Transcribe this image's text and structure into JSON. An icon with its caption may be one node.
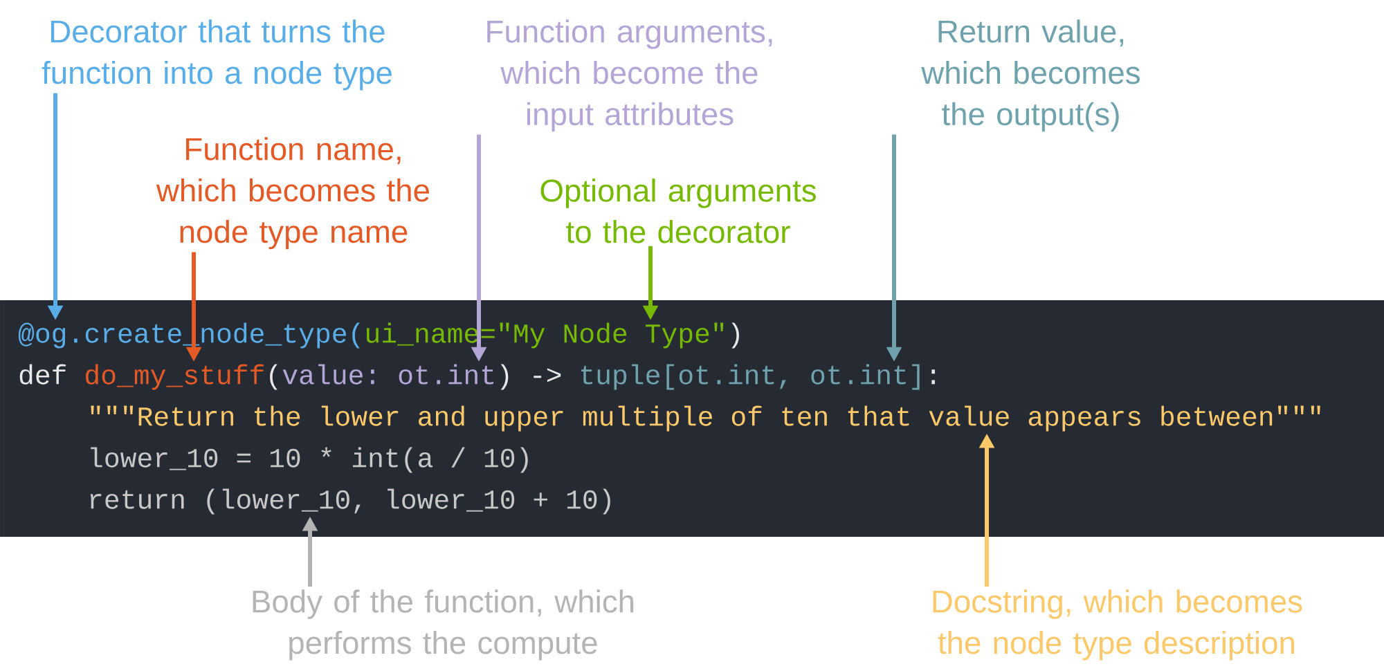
{
  "diagram": {
    "nodes": [
      {
        "text": [
          "Decorator that turns the function into a node type"
        ]
      },
      {
        "text": [
          "Function arguments, which become the input attributes"
        ]
      },
      {
        "text": [
          "Return value, which becomes the output(s)"
        ]
      },
      {
        "text": [
          "Function name, which becomes the node type name"
        ]
      },
      {
        "text": [
          "Optional arguments to the decorator"
        ]
      },
      {
        "text": [
          "Body of the function, which performs the compute"
        ]
      },
      {
        "text": [
          "Docstring, which becomes the node type description"
        ]
      },
      {
        "text": [],
        "shape": "box"
      },
      {
        "text": [
          "@og.create_node_type(",
          "ui_name=\"My Node Type\"",
          ")"
        ],
        "in": 7
      },
      {
        "text": [
          "def",
          "do_my_stuff",
          "(",
          "value: ot.int",
          ") ->",
          "tuple[ot.int, ot.int]",
          ":"
        ],
        "in": 7
      },
      {
        "text": [
          "\"\"\"Return the lower and upper multiple of ten that value appears between\"\"\""
        ],
        "in": 7
      },
      {
        "text": [
          "lower_10 = 10 * int(a / 10)"
        ],
        "in": 7
      },
      {
        "text": [
          "return (lower_10, lower_10 + 10)"
        ],
        "in": 7
      }
    ],
    "edges": [
      {
        "from": 0,
        "to": 8,
        "arrow": "to",
        "color": "#5aaee8"
      },
      {
        "from": 3,
        "to": 9,
        "arrow": "to",
        "color": "#e35a27"
      },
      {
        "from": 1,
        "to": 9,
        "arrow": "to",
        "color": "#b3a6d6"
      },
      {
        "from": 4,
        "to": 8,
        "arrow": "to",
        "color": "#76b900"
      },
      {
        "from": 2,
        "to": 9,
        "arrow": "to",
        "color": "#6fa2ac"
      },
      {
        "from": 5,
        "to": 12,
        "arrow": "to",
        "color": "#b4b4b4"
      },
      {
        "from": 6,
        "to": 10,
        "arrow": "to",
        "color": "#fbc86a"
      }
    ]
  }
}
